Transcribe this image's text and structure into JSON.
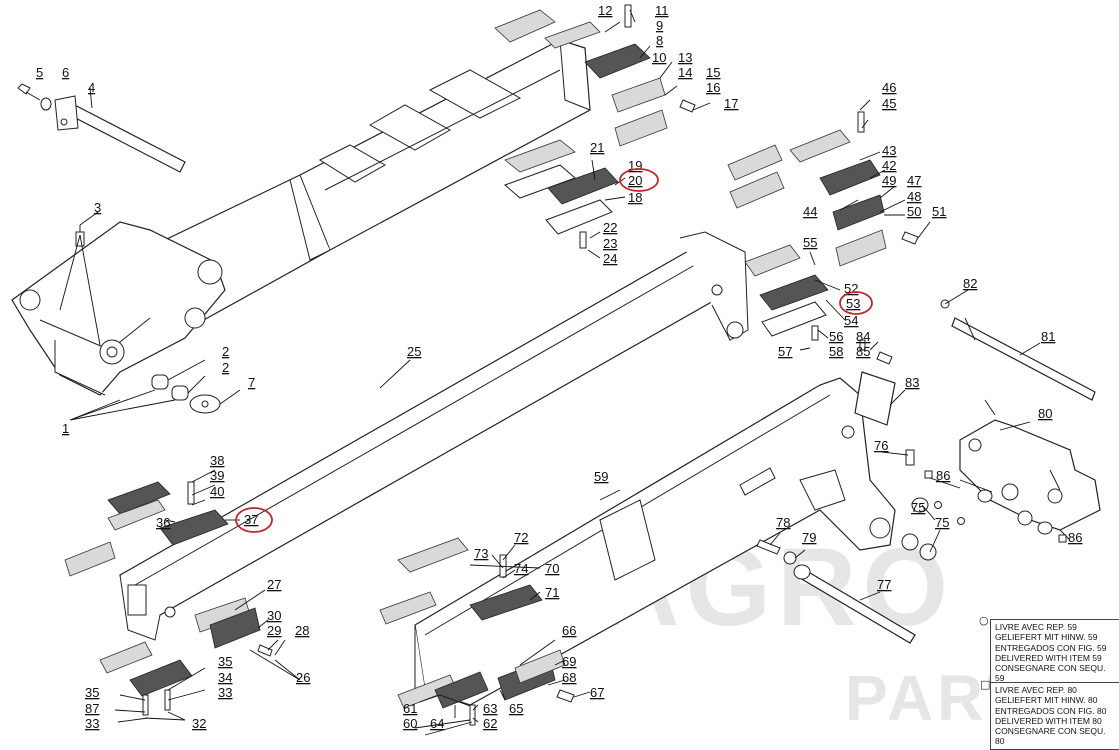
{
  "diagram": {
    "watermark": [
      "AGRO",
      "PARTS"
    ],
    "callouts": [
      {
        "id": "c12",
        "text": "12"
      },
      {
        "id": "c11",
        "text": "11"
      },
      {
        "id": "c9",
        "text": "9"
      },
      {
        "id": "c8",
        "text": "8"
      },
      {
        "id": "c10",
        "text": "10"
      },
      {
        "id": "c13",
        "text": "13"
      },
      {
        "id": "c14",
        "text": "14"
      },
      {
        "id": "c15",
        "text": "15"
      },
      {
        "id": "c16",
        "text": "16"
      },
      {
        "id": "c17",
        "text": "17"
      },
      {
        "id": "c5",
        "text": "5"
      },
      {
        "id": "c6",
        "text": "6"
      },
      {
        "id": "c4",
        "text": "4"
      },
      {
        "id": "c3",
        "text": "3"
      },
      {
        "id": "c21",
        "text": "21"
      },
      {
        "id": "c19",
        "text": "19"
      },
      {
        "id": "c20",
        "text": "20"
      },
      {
        "id": "c18",
        "text": "18"
      },
      {
        "id": "c22",
        "text": "22"
      },
      {
        "id": "c23",
        "text": "23"
      },
      {
        "id": "c24",
        "text": "24"
      },
      {
        "id": "c46",
        "text": "46"
      },
      {
        "id": "c45",
        "text": "45"
      },
      {
        "id": "c43",
        "text": "43"
      },
      {
        "id": "c42",
        "text": "42"
      },
      {
        "id": "c49",
        "text": "49"
      },
      {
        "id": "c47",
        "text": "47"
      },
      {
        "id": "c48",
        "text": "48"
      },
      {
        "id": "c44",
        "text": "44"
      },
      {
        "id": "c50",
        "text": "50"
      },
      {
        "id": "c51",
        "text": "51"
      },
      {
        "id": "c55",
        "text": "55"
      },
      {
        "id": "c52",
        "text": "52"
      },
      {
        "id": "c53",
        "text": "53"
      },
      {
        "id": "c54",
        "text": "54"
      },
      {
        "id": "c56",
        "text": "56"
      },
      {
        "id": "c57",
        "text": "57"
      },
      {
        "id": "c58",
        "text": "58"
      },
      {
        "id": "c84",
        "text": "84"
      },
      {
        "id": "c85",
        "text": "85"
      },
      {
        "id": "c82",
        "text": "82"
      },
      {
        "id": "c81",
        "text": "81"
      },
      {
        "id": "c2a",
        "text": "2"
      },
      {
        "id": "c2b",
        "text": "2"
      },
      {
        "id": "c7",
        "text": "7"
      },
      {
        "id": "c25",
        "text": "25"
      },
      {
        "id": "c1",
        "text": "1"
      },
      {
        "id": "c83",
        "text": "83"
      },
      {
        "id": "c80",
        "text": "80"
      },
      {
        "id": "c76",
        "text": "76"
      },
      {
        "id": "c86a",
        "text": "86"
      },
      {
        "id": "c86b",
        "text": "86"
      },
      {
        "id": "c75a",
        "text": "75"
      },
      {
        "id": "c75b",
        "text": "75"
      },
      {
        "id": "c59",
        "text": "59"
      },
      {
        "id": "c78",
        "text": "78"
      },
      {
        "id": "c79",
        "text": "79"
      },
      {
        "id": "c77",
        "text": "77"
      },
      {
        "id": "c38",
        "text": "38"
      },
      {
        "id": "c39",
        "text": "39"
      },
      {
        "id": "c40",
        "text": "40"
      },
      {
        "id": "c36",
        "text": "36"
      },
      {
        "id": "c37",
        "text": "37"
      },
      {
        "id": "c27",
        "text": "27"
      },
      {
        "id": "c30",
        "text": "30"
      },
      {
        "id": "c29",
        "text": "29"
      },
      {
        "id": "c28",
        "text": "28"
      },
      {
        "id": "c26",
        "text": "26"
      },
      {
        "id": "c35a",
        "text": "35"
      },
      {
        "id": "c34",
        "text": "34"
      },
      {
        "id": "c33a",
        "text": "33"
      },
      {
        "id": "c35b",
        "text": "35"
      },
      {
        "id": "c87",
        "text": "87"
      },
      {
        "id": "c33b",
        "text": "33"
      },
      {
        "id": "c32",
        "text": "32"
      },
      {
        "id": "c72",
        "text": "72"
      },
      {
        "id": "c73",
        "text": "73"
      },
      {
        "id": "c74",
        "text": "74"
      },
      {
        "id": "c70",
        "text": "70"
      },
      {
        "id": "c71",
        "text": "71"
      },
      {
        "id": "c66",
        "text": "66"
      },
      {
        "id": "c69",
        "text": "69"
      },
      {
        "id": "c68",
        "text": "68"
      },
      {
        "id": "c67",
        "text": "67"
      },
      {
        "id": "c61",
        "text": "61"
      },
      {
        "id": "c65",
        "text": "65"
      },
      {
        "id": "c63",
        "text": "63"
      },
      {
        "id": "c60",
        "text": "60"
      },
      {
        "id": "c64",
        "text": "64"
      },
      {
        "id": "c62",
        "text": "62"
      }
    ],
    "legend_59": {
      "symbol": "○",
      "lines": [
        "LIVRE AVEC REP. 59",
        "GELIEFERT MIT HINW. 59",
        "ENTREGADOS CON FIG. 59",
        "DELIVERED WITH ITEM 59",
        "CONSEGNARE CON SEQU. 59"
      ]
    },
    "legend_80": {
      "symbol": "□",
      "lines": [
        "LIVRE AVEC REP. 80",
        "GELIEFERT MIT HINW. 80",
        "ENTREGADOS CON FIG. 80",
        "DELIVERED WITH ITEM 80",
        "CONSEGNARE CON SEQU. 80"
      ]
    },
    "highlighted": [
      "20",
      "53",
      "37"
    ],
    "highlight_color": "#c0272d"
  }
}
